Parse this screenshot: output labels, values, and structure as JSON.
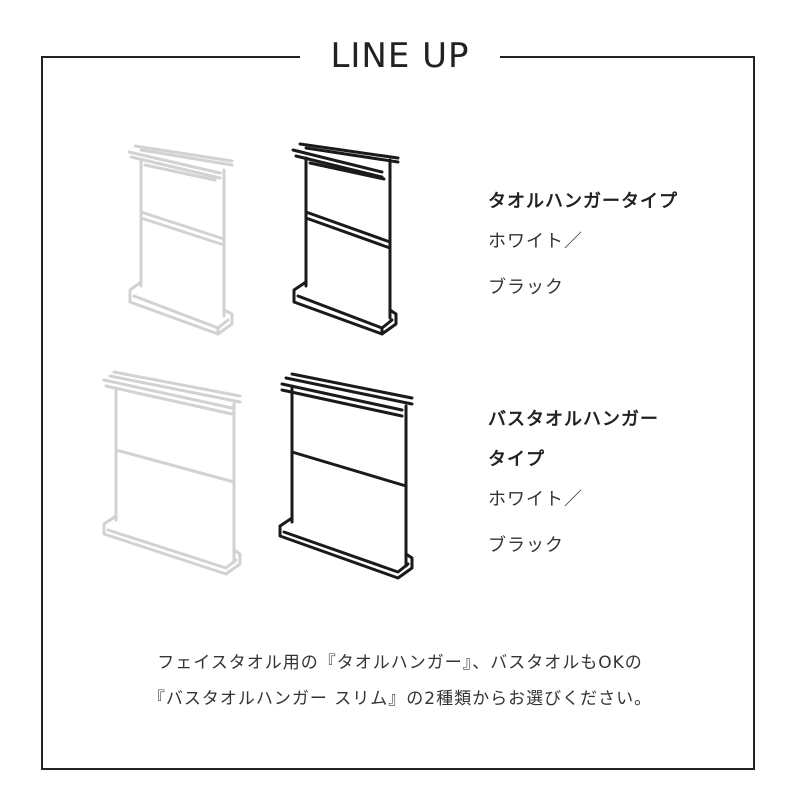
{
  "title": "LINE UP",
  "products": [
    {
      "name_lines": [
        "タオルハンガータイプ"
      ],
      "colors": [
        "ホワイト／",
        "ブラック"
      ]
    },
    {
      "name_lines": [
        "バスタオルハンガー",
        "タイプ"
      ],
      "colors": [
        "ホワイト／",
        "ブラック"
      ]
    }
  ],
  "description": {
    "line1": "フェイスタオル用の『タオルハンガー』、バスタオルもOKの",
    "line2": "『バスタオルハンガー スリム』の2種類からお選びください。"
  },
  "colors": {
    "frame": "#222222",
    "white_product_stroke": "#cfcfcf",
    "black_product_stroke": "#1a1a1a"
  }
}
